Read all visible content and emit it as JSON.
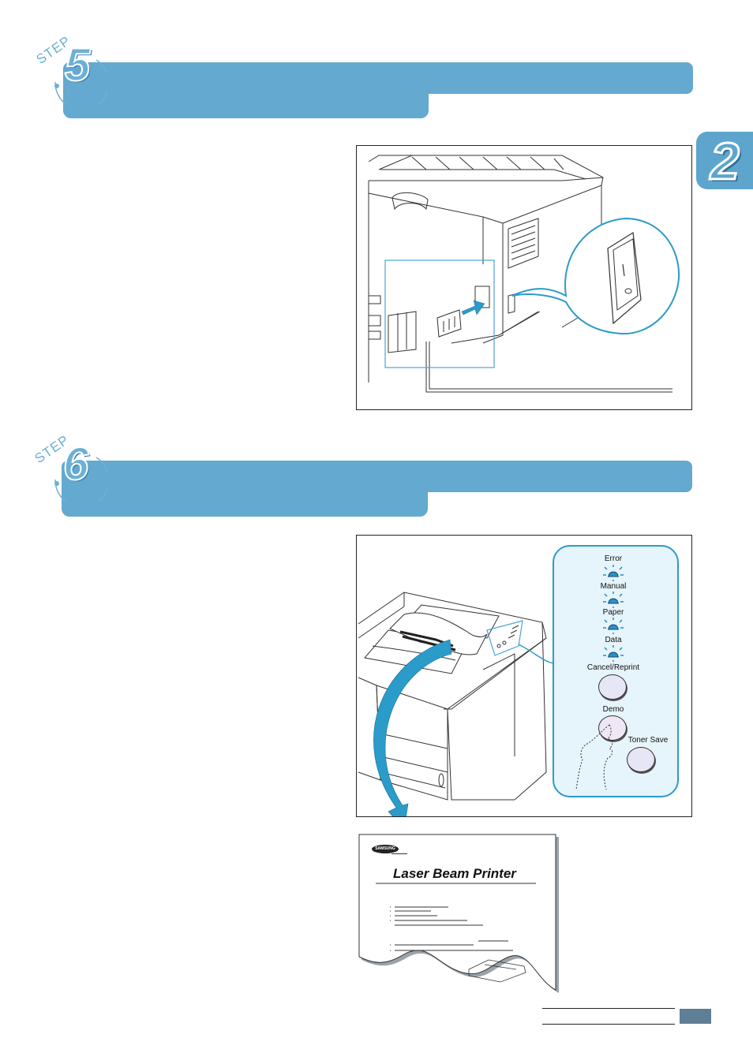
{
  "step5": {
    "word": "STEP",
    "number": "5"
  },
  "step6": {
    "word": "STEP",
    "number": "6"
  },
  "chapter": {
    "number": "2"
  },
  "control_panel": {
    "leds": [
      "Error",
      "Manual",
      "Paper",
      "Data"
    ],
    "buttons": [
      "Cancel/Reprint",
      "Demo",
      "Toner Save"
    ]
  },
  "demo_page": {
    "logo": "SAMSUNG",
    "title": "Laser Beam Printer"
  },
  "colors": {
    "step_bar": "#64a9cf",
    "chapter_tab": "#5ea5cd",
    "footer_block": "#5e7f95",
    "arrow": "#2b9bc9"
  }
}
